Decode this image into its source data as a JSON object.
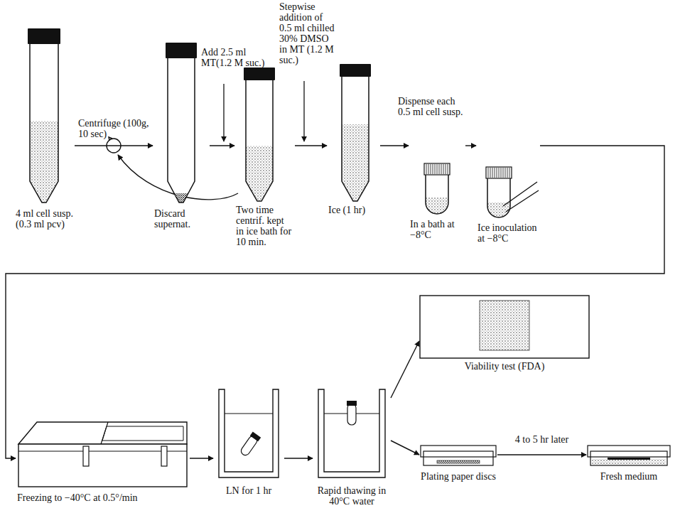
{
  "diagram": {
    "nodes": [
      {
        "text": [
          "4 ml cell susp. (0.3 ml pcv)"
        ]
      },
      {
        "text": [
          "Discard supernat."
        ]
      },
      {
        "text": [
          "Two time centrif. kept in ice bath for 10 min."
        ]
      },
      {
        "text": [
          "Ice (1 hr)"
        ]
      },
      {
        "text": [
          "In a bath at −8°C"
        ]
      },
      {
        "text": [
          "Ice inoculation at −8°C"
        ]
      },
      {
        "text": [
          "Freezing to −40°C at 0.5°/min"
        ]
      },
      {
        "text": [
          "LN for 1 hr"
        ]
      },
      {
        "text": [
          "Rapid thawing in 40°C water"
        ]
      },
      {
        "text": [
          "Viability test (FDA)"
        ]
      },
      {
        "text": [
          "Plating paper discs"
        ]
      },
      {
        "text": [
          "Fresh medium"
        ]
      }
    ],
    "edges": [
      {
        "from": 0,
        "to": 1,
        "arrow": "to"
      },
      {
        "from": 1,
        "to": 2,
        "arrow": "to"
      },
      {
        "from": 2,
        "to": 3,
        "arrow": "to"
      },
      {
        "from": 3,
        "to": 4,
        "arrow": "to"
      },
      {
        "from": 4,
        "to": 5,
        "arrow": "to"
      },
      {
        "from": 5,
        "to": 6,
        "arrow": "to"
      },
      {
        "from": 6,
        "to": 7,
        "arrow": "to"
      },
      {
        "from": 7,
        "to": 8,
        "arrow": "to"
      },
      {
        "from": 8,
        "to": 9,
        "arrow": "to"
      },
      {
        "from": 8,
        "to": 10,
        "arrow": "to"
      },
      {
        "from": 10,
        "to": 11,
        "label": "4 to 5 hr later",
        "arrow": "to"
      }
    ],
    "labels": [
      "Centrifuge (100g, 10 sec)",
      "Add 2.5 ml MT(1.2 M suc.)",
      "Stepwise addition of 0.5 ml chilled 30% DMSO in MT (1.2 M suc.)",
      "Dispense each 0.5 ml cell susp."
    ]
  }
}
